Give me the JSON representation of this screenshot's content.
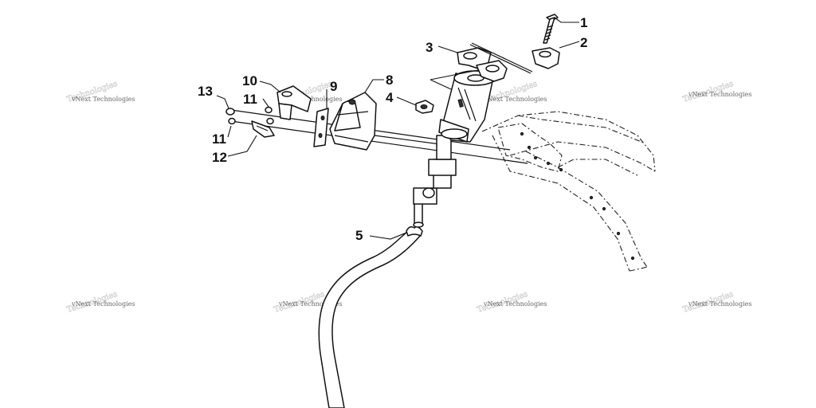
{
  "watermark": {
    "text": "vNext Technologies"
  },
  "callouts": [
    "1",
    "2",
    "3",
    "4",
    "5",
    "8",
    "9",
    "10",
    "11",
    "11",
    "12",
    "13"
  ]
}
